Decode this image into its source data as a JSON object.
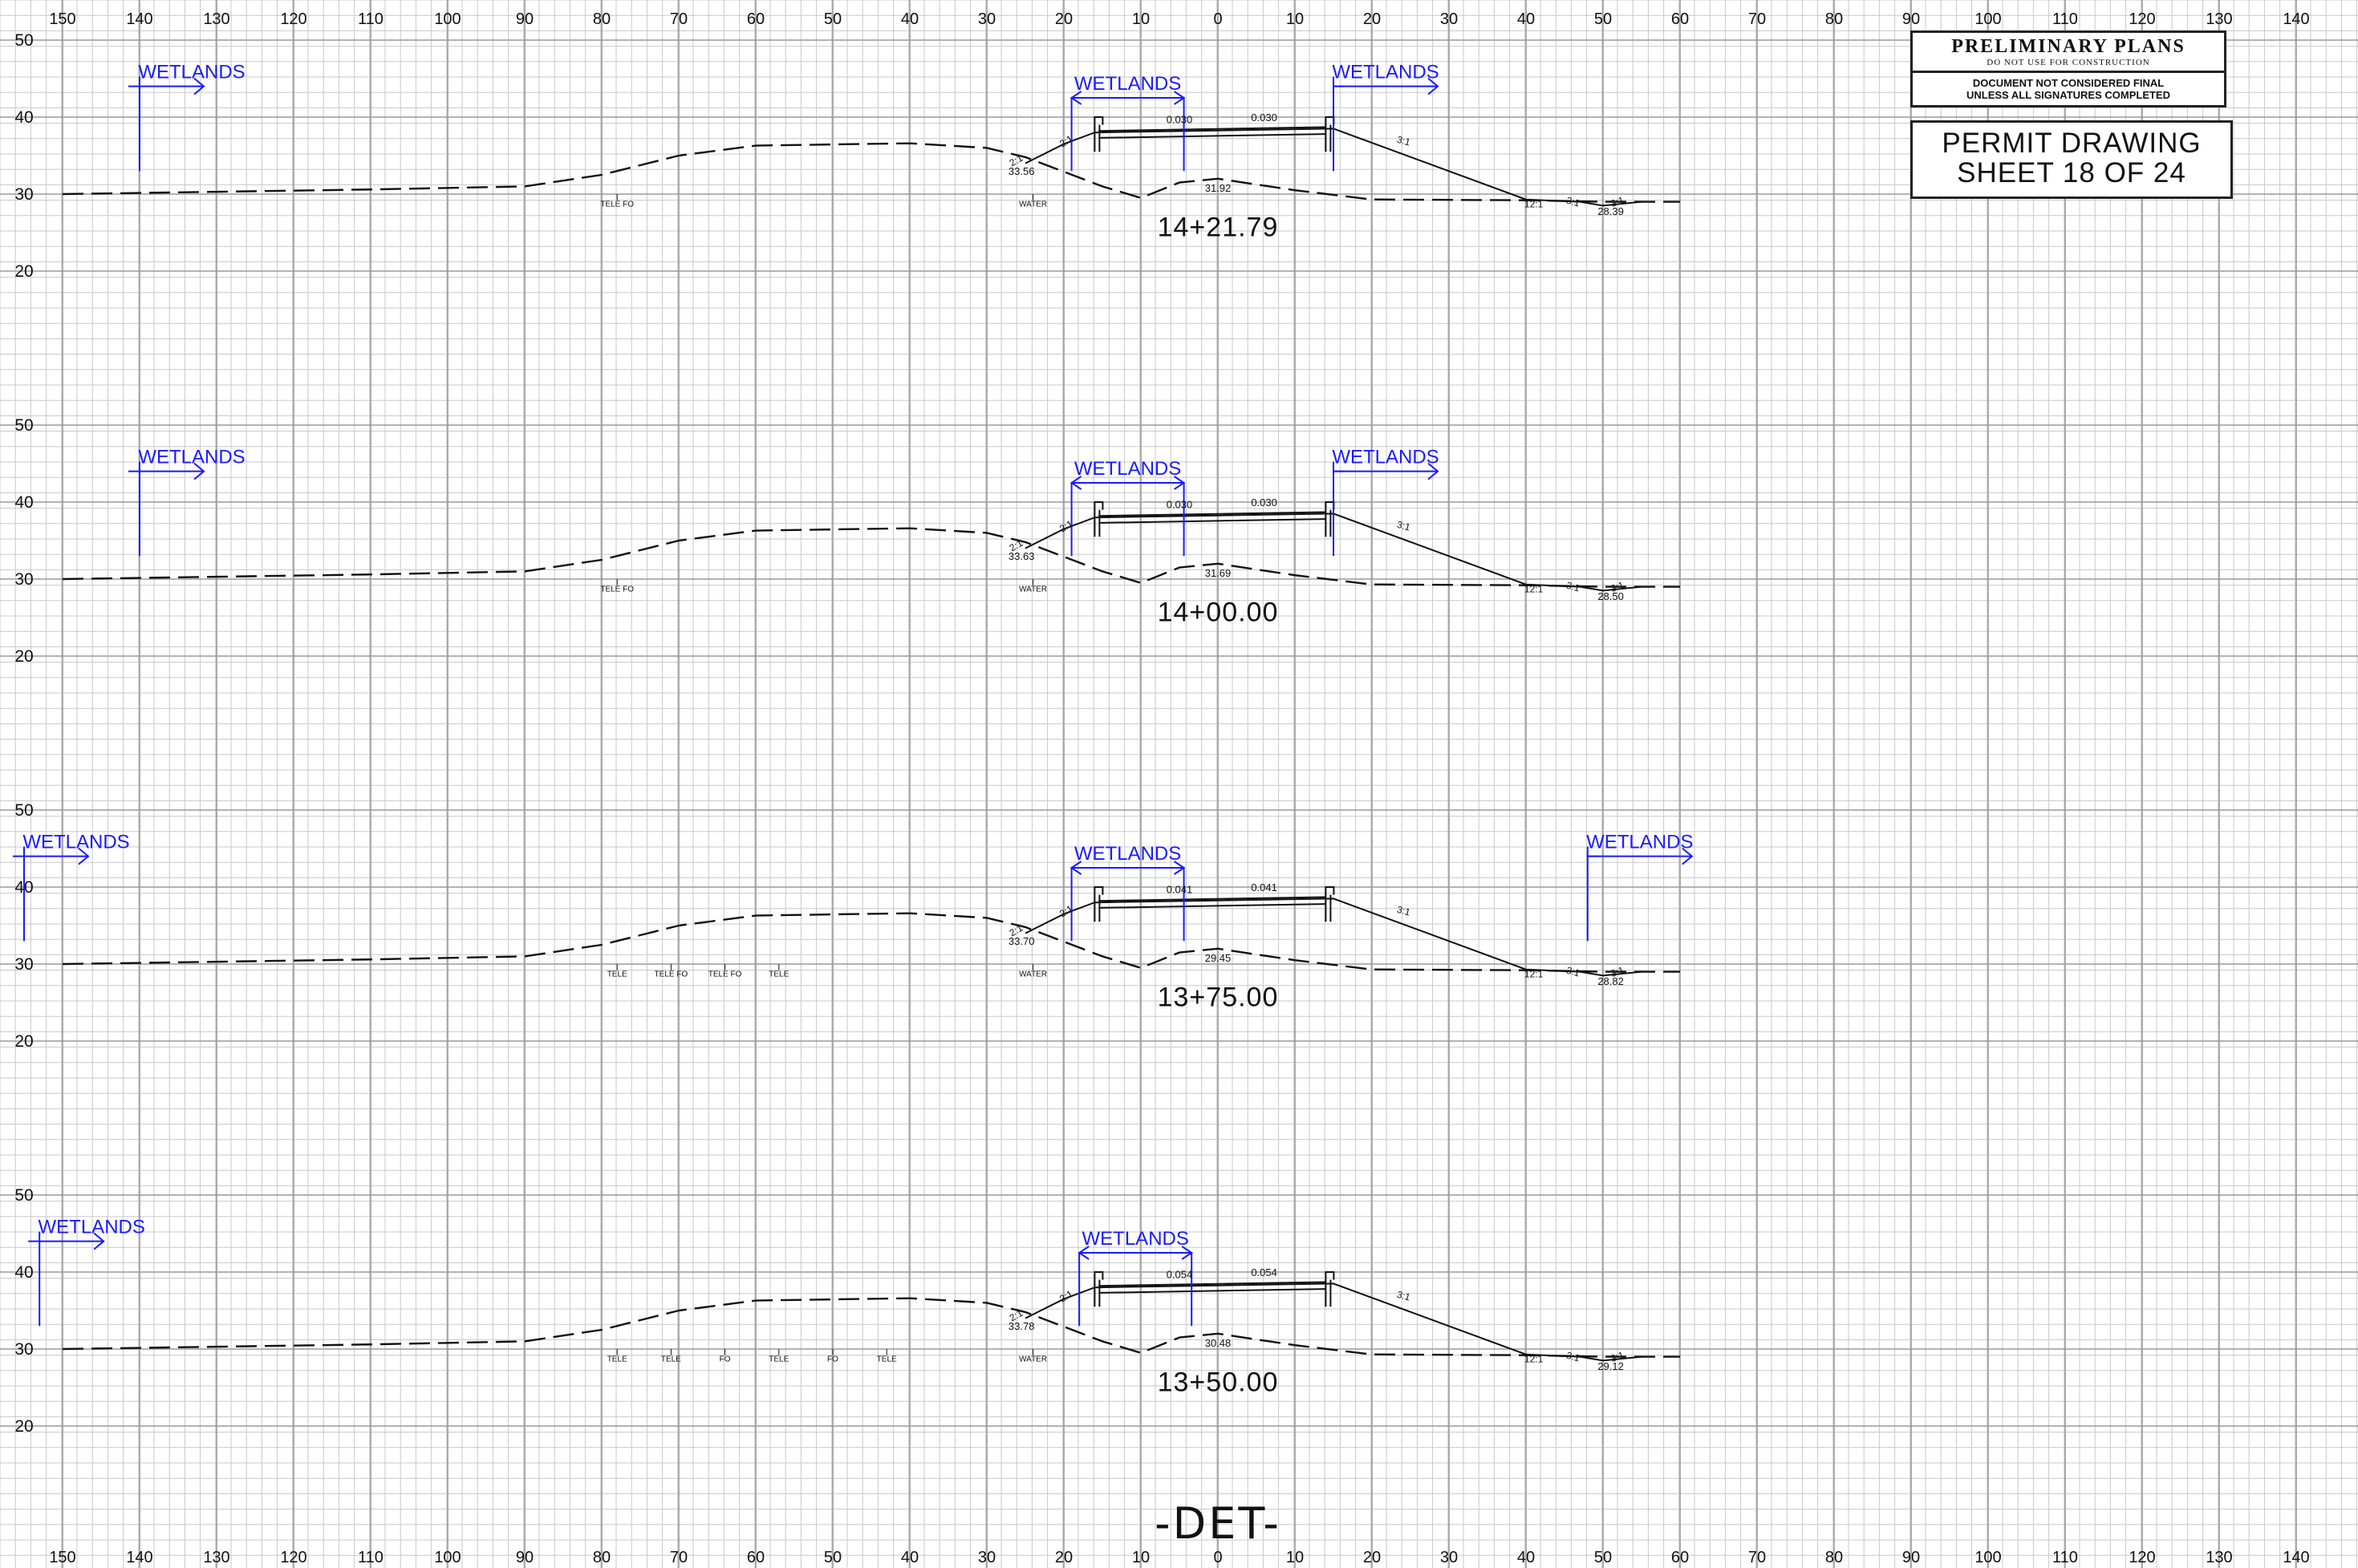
{
  "title_block": {
    "prelim_title": "PRELIMINARY PLANS",
    "prelim_sub": "DO NOT USE FOR CONSTRUCTION",
    "prelim_note1": "DOCUMENT NOT CONSIDERED FINAL",
    "prelim_note2": "UNLESS ALL SIGNATURES COMPLETED",
    "permit_line1": "PERMIT DRAWING",
    "permit_line2": "SHEET 18 OF 24"
  },
  "alignment_label": "-DET-",
  "offset_axis_labels": [
    "150",
    "140",
    "130",
    "120",
    "110",
    "100",
    "90",
    "80",
    "70",
    "60",
    "50",
    "40",
    "30",
    "20",
    "10",
    "0",
    "10",
    "20",
    "30",
    "40",
    "50",
    "60",
    "70",
    "80",
    "90",
    "100",
    "110",
    "120",
    "130",
    "140"
  ],
  "elevation_labels": [
    "50",
    "40",
    "30",
    "20"
  ],
  "sections": [
    {
      "station": "14+21.79",
      "wetlands_labels": [
        "WETLANDS",
        "WETLANDS",
        "WETLANDS"
      ],
      "slope_labels": [
        "0.030",
        "0.030"
      ],
      "ratio_labels": [
        "2:1",
        "2:1",
        "3:1",
        "12:1",
        "3:1",
        "3:1"
      ],
      "elevations": [
        "33.56",
        "31.92",
        "28.39"
      ],
      "utility_labels": [
        "TELE FO",
        "WATER"
      ]
    },
    {
      "station": "14+00.00",
      "wetlands_labels": [
        "WETLANDS",
        "WETLANDS",
        "WETLANDS"
      ],
      "slope_labels": [
        "0.030",
        "0.030"
      ],
      "ratio_labels": [
        "2:1",
        "2:1",
        "3:1",
        "12:1",
        "3:1",
        "3:1"
      ],
      "elevations": [
        "33.63",
        "31.69",
        "28.50"
      ],
      "utility_labels": [
        "TELE FO",
        "WATER"
      ]
    },
    {
      "station": "13+75.00",
      "wetlands_labels": [
        "WETLANDS",
        "WETLANDS",
        "WETLANDS"
      ],
      "slope_labels": [
        "0.041",
        "0.041"
      ],
      "ratio_labels": [
        "2:1",
        "2:1",
        "3:1",
        "12:1",
        "3:1",
        "3:1"
      ],
      "elevations": [
        "33.70",
        "29.45",
        "28.82"
      ],
      "utility_labels": [
        "TELE",
        "TELE FO",
        "TELE FO",
        "TELE",
        "WATER"
      ]
    },
    {
      "station": "13+50.00",
      "wetlands_labels": [
        "WETLANDS",
        "WETLANDS"
      ],
      "slope_labels": [
        "0.054",
        "0.054"
      ],
      "ratio_labels": [
        "2:1",
        "2:1",
        "3:1",
        "12:1",
        "3:1",
        "3:1"
      ],
      "elevations": [
        "33.78",
        "30.48",
        "29.12"
      ],
      "utility_labels": [
        "TELE",
        "TELE",
        "FO",
        "TELE",
        "FO",
        "TELE",
        "WATER"
      ]
    }
  ],
  "colors": {
    "grid_minor": "#c8c8c8",
    "grid_major": "#9a9a9a",
    "wetlands": "#1a1aff",
    "ink": "#111111"
  }
}
